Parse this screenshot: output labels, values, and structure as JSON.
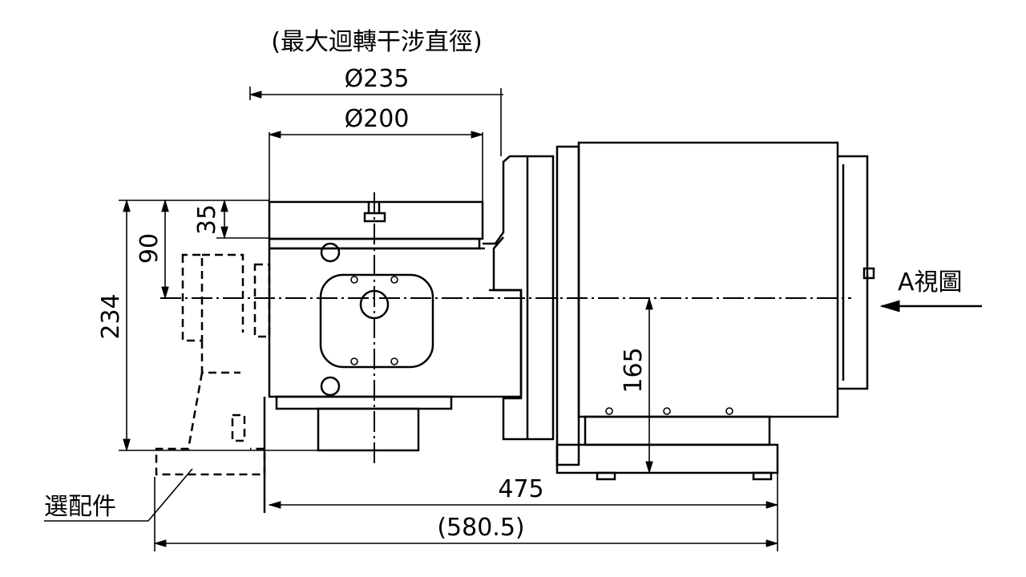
{
  "title_note": "(最大迴轉干涉直徑)",
  "dimensions": {
    "d235": "Ø235",
    "d200": "Ø200",
    "h35": "35",
    "h90": "90",
    "h234": "234",
    "h165": "165",
    "w475": "475",
    "w580": "(580.5)"
  },
  "labels": {
    "view_a": "A視圖",
    "optional": "選配件"
  }
}
